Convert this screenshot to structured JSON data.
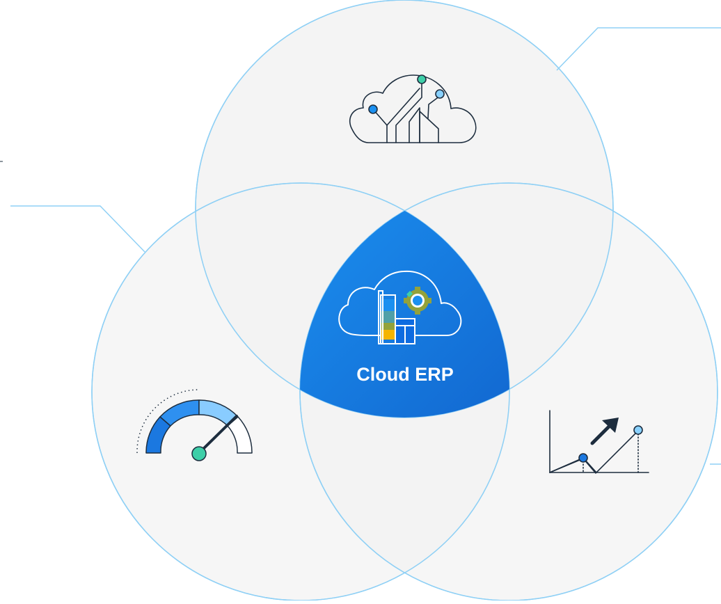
{
  "center": {
    "label": "Cloud ERP",
    "icon": "cloud-erp-icon"
  },
  "circles": [
    {
      "id": "top",
      "icon": "cloud-network-icon"
    },
    {
      "id": "left",
      "icon": "speedometer-icon"
    },
    {
      "id": "right",
      "icon": "growth-chart-icon"
    }
  ],
  "colors": {
    "circle_fill": "#f2f2f2",
    "circle_stroke": "#8fd0f5",
    "center_gradient_start": "#1b90f0",
    "center_gradient_end": "#0a45b5",
    "icon_stroke": "#1d2d3e",
    "accent_teal": "#3ecfa8",
    "accent_blue": "#1b90f0",
    "accent_light_blue": "#89d1ff",
    "accent_yellow": "#f5b400",
    "accent_olive": "#93a23b"
  }
}
